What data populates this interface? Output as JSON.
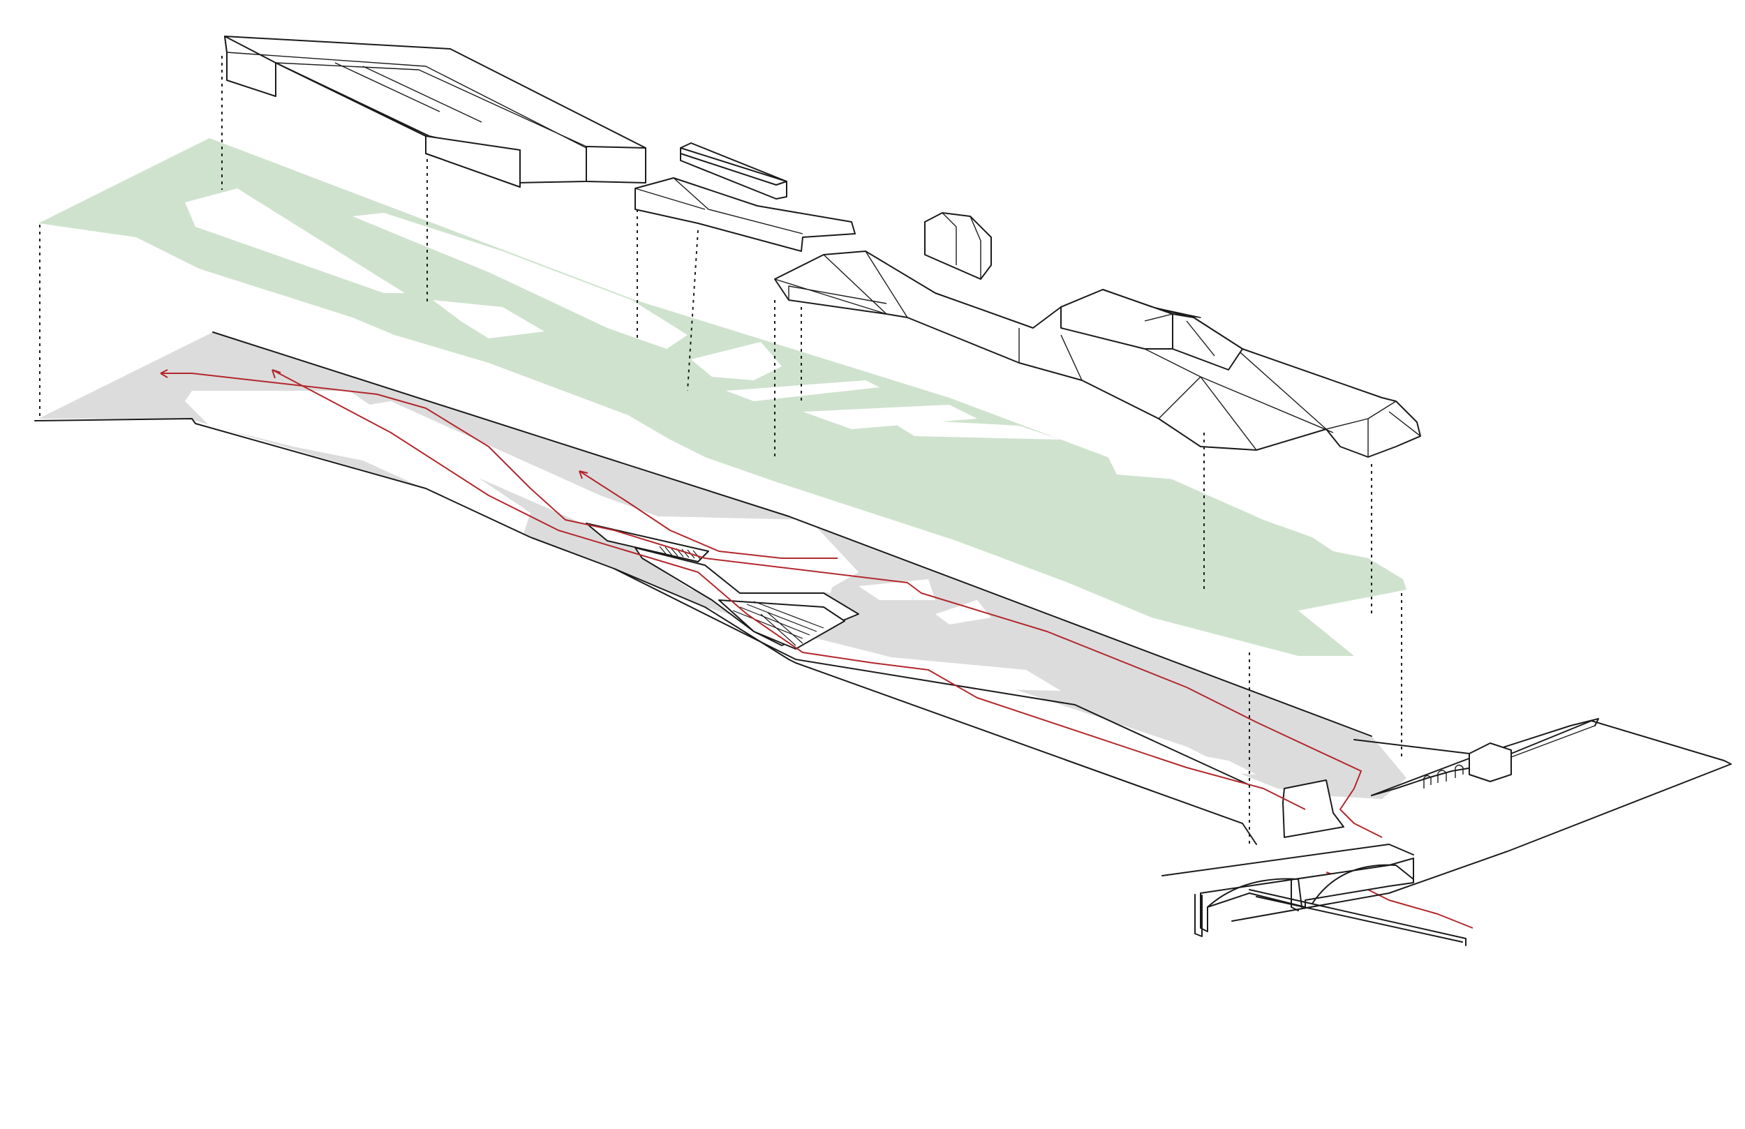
{
  "diagram": {
    "kind": "exploded-axonometric",
    "colors": {
      "background": "#ffffff",
      "line": "#1a1a1a",
      "landscape_layer": "#cfe2ce",
      "ground_layer": "#dcdcdc",
      "route": "#b2272c"
    },
    "layers": [
      "building-volumes",
      "landscape-layer",
      "ground-plan-layer",
      "bridge-and-wall"
    ]
  }
}
